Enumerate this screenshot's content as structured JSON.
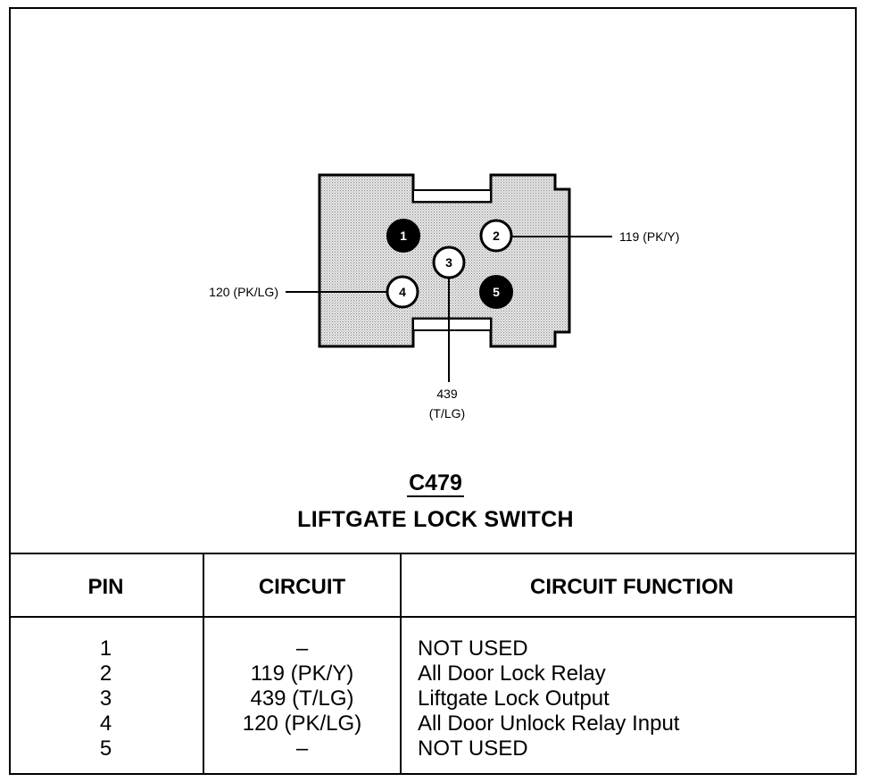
{
  "connector": {
    "id": "C479",
    "name": "LIFTGATE LOCK SWITCH",
    "pins": [
      {
        "num": "1",
        "used": false
      },
      {
        "num": "2",
        "used": true,
        "wire_label": "119 (PK/Y)"
      },
      {
        "num": "3",
        "used": true,
        "wire_label_line1": "439",
        "wire_label_line2": "(T/LG)"
      },
      {
        "num": "4",
        "used": true,
        "wire_label": "120 (PK/LG)"
      },
      {
        "num": "5",
        "used": false
      }
    ]
  },
  "table": {
    "headers": [
      "PIN",
      "CIRCUIT",
      "CIRCUIT FUNCTION"
    ],
    "rows": [
      {
        "pin": "1",
        "circuit": "–",
        "function": "NOT USED"
      },
      {
        "pin": "2",
        "circuit": "119 (PK/Y)",
        "function": "All Door Lock Relay"
      },
      {
        "pin": "3",
        "circuit": "439 (T/LG)",
        "function": "Liftgate Lock Output"
      },
      {
        "pin": "4",
        "circuit": "120 (PK/LG)",
        "function": "All Door Unlock Relay Input"
      },
      {
        "pin": "5",
        "circuit": "–",
        "function": "NOT USED"
      }
    ]
  }
}
